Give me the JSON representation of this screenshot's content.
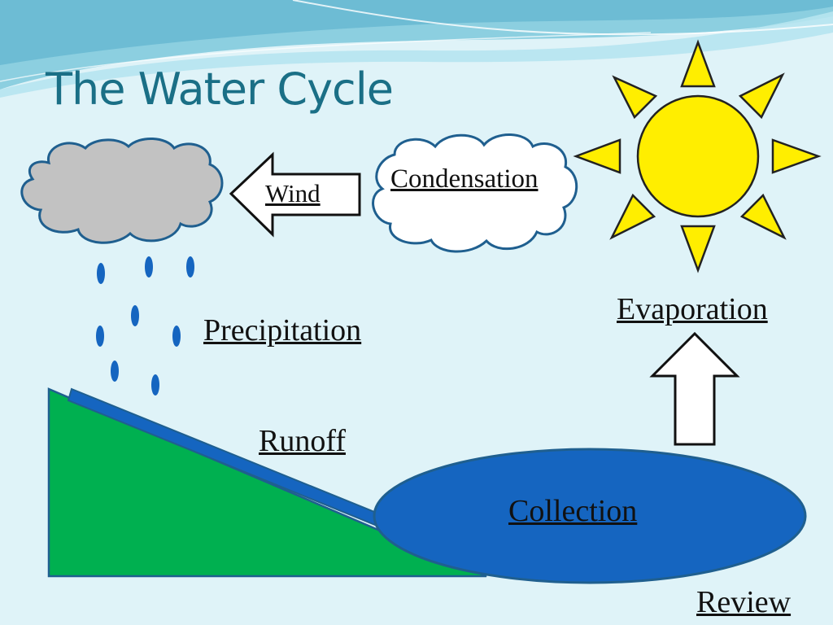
{
  "slide": {
    "title": "The Water Cycle"
  },
  "labels": {
    "wind": "Wind",
    "condensation": "Condensation",
    "evaporation": "Evaporation",
    "precipitation": "Precipitation",
    "runoff": "Runoff",
    "collection": "Collection",
    "review": "Review"
  },
  "colors": {
    "background": "#dff3f8",
    "title": "#1a6f86",
    "wave_dark": "#7ec8dc",
    "wave_light": "#b6e4ef",
    "rain_cloud": "#c2c2c2",
    "outline": "#1f5f8f",
    "sun": "#ffee00",
    "ground": "#00b050",
    "water": "#1565c0",
    "raindrop": "#1565c0",
    "arrow_fill": "#ffffff"
  },
  "icons": [
    "rain-cloud-icon",
    "condensation-cloud-icon",
    "sun-icon",
    "wind-arrow-icon",
    "evaporation-arrow-icon",
    "raindrop-icon"
  ]
}
